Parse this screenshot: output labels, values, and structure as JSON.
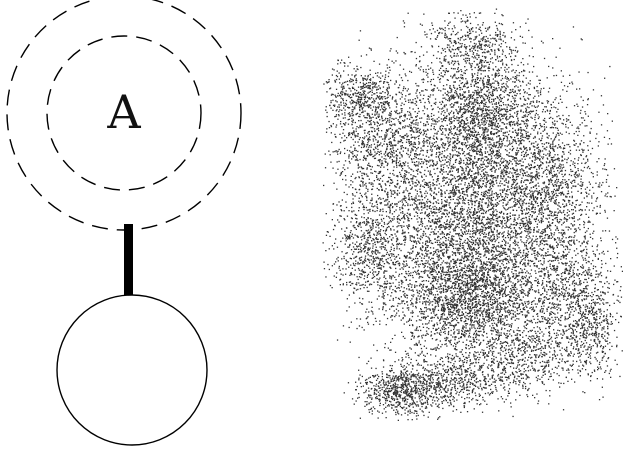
{
  "diagram": {
    "node_a": {
      "label": "A",
      "ring_style": "dashed",
      "ring_count": 2
    },
    "connector": {
      "style": "thick-solid",
      "color": "#000000"
    },
    "node_b": {
      "label": "",
      "ring_style": "solid"
    },
    "scatter": {
      "type": "stipple-cloud",
      "color": "#333333"
    }
  }
}
